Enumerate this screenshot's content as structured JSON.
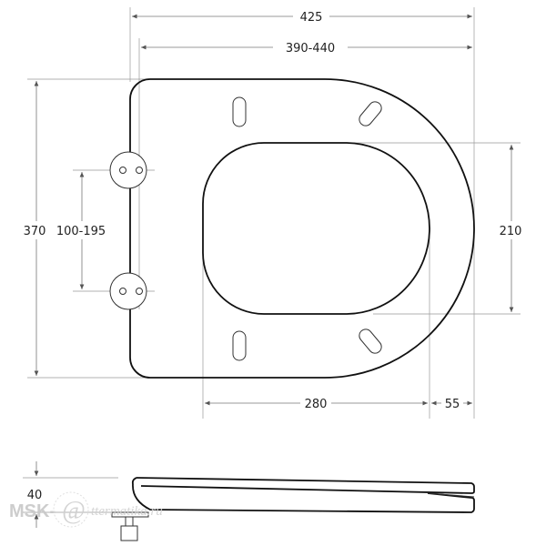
{
  "dimensions": {
    "overall_length": "425",
    "hinge_to_front": "390-440",
    "overall_width": "370",
    "hinge_spacing": "100-195",
    "opening_width": "210",
    "opening_length": "280",
    "front_rim": "55",
    "height": "40"
  },
  "watermark": {
    "prefix": "MSK-",
    "at": "@",
    "suffix": "ttermatika.ru"
  }
}
